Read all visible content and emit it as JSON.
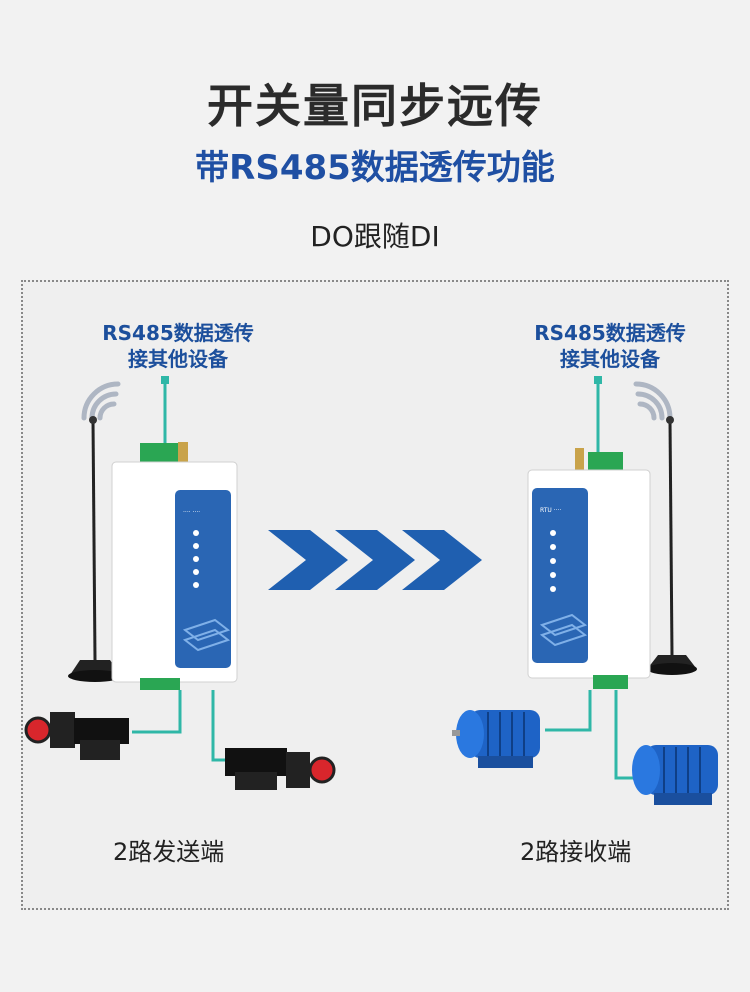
{
  "header": {
    "title": "开关量同步远传",
    "subtitle": "带RS485数据透传功能",
    "mode": "DO跟随DI"
  },
  "left": {
    "rs485_line1": "RS485数据透传",
    "rs485_line2": "接其他设备",
    "caption": "2路发送端"
  },
  "right": {
    "rs485_line1": "RS485数据透传",
    "rs485_line2": "接其他设备",
    "caption": "2路接收端"
  },
  "colors": {
    "accent": "#1f4fa3",
    "wire": "#2fb7a7",
    "arrow": "#1f5fb0",
    "motor": "#1e63c6"
  }
}
